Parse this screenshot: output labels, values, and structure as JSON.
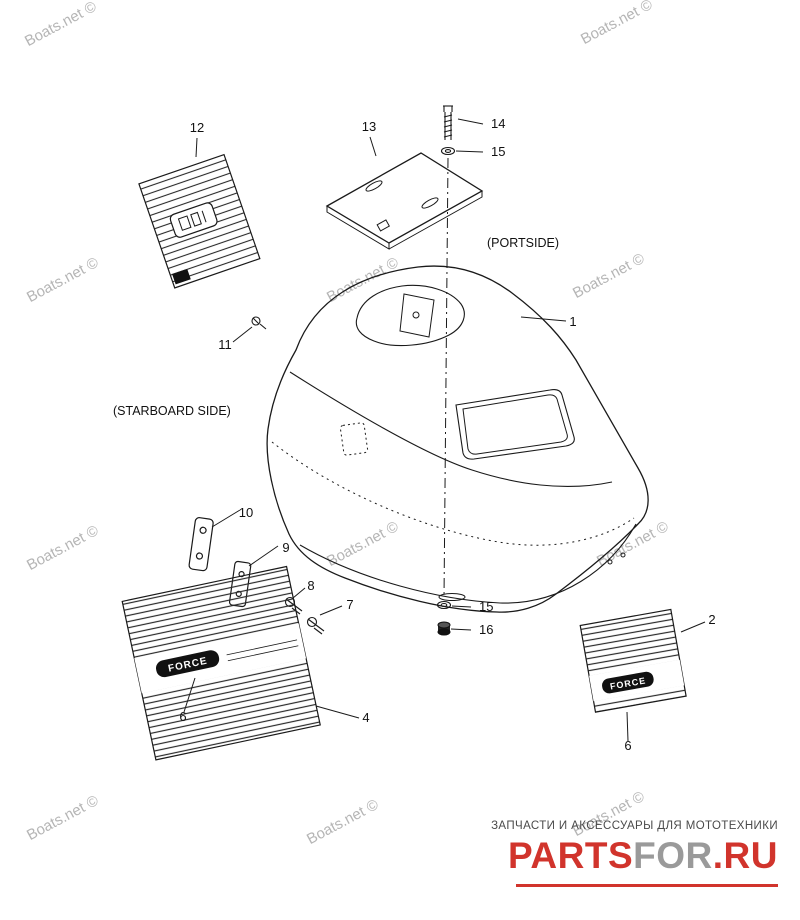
{
  "watermark": {
    "text": "Boats.net ©"
  },
  "diagram": {
    "labels": {
      "portside": "(PORTSIDE)",
      "starboard_side": "(STARBOARD SIDE)"
    },
    "callouts": {
      "part1": "1",
      "part2": "2",
      "part4": "4",
      "part6_left": "6",
      "part6_right": "6",
      "part7": "7",
      "part8": "8",
      "part9": "9",
      "part10": "10",
      "part11": "11",
      "part12": "12",
      "part13": "13",
      "part14": "14",
      "part15_top": "15",
      "part15_bottom": "15",
      "part16": "16"
    },
    "decal_text": {
      "brand": "FORCE"
    }
  },
  "footer": {
    "tagline": "ЗАПЧАСТИ И АКСЕССУАРЫ ДЛЯ МОТОТЕХНИКИ",
    "logo": {
      "parts": "PARTS",
      "for": "FOR",
      "ru": ".RU"
    }
  },
  "colors": {
    "line": "#1a1a1a",
    "watermark": "#b5b5b5",
    "logo_red": "#d1342c",
    "logo_gray": "#9a9a9a",
    "tagline": "#4a4a4a"
  }
}
